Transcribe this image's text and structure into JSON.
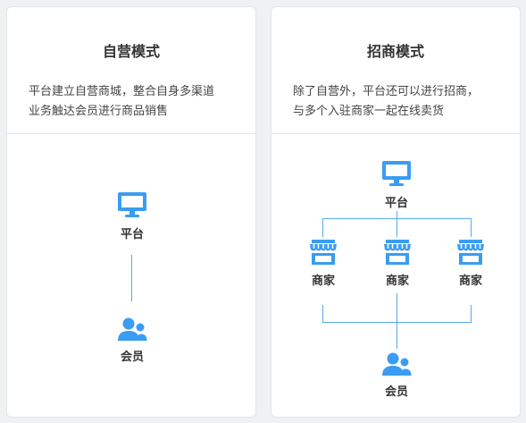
{
  "colors": {
    "accent": "#3a9cf2",
    "line": "#5aa8ef"
  },
  "self_operated": {
    "title": "自营模式",
    "description_lines": [
      "平台建立自营商城，整合自身多渠道",
      "业务触达会员进行商品销售"
    ],
    "nodes": {
      "platform": {
        "label": "平台",
        "icon": "monitor-icon"
      },
      "member": {
        "label": "会员",
        "icon": "users-icon"
      }
    }
  },
  "merchant_model": {
    "title": "招商模式",
    "description_lines": [
      "除了自营外，平台还可以进行招商，",
      "与多个入驻商家一起在线卖货"
    ],
    "nodes": {
      "platform": {
        "label": "平台",
        "icon": "monitor-icon"
      },
      "merchants": [
        {
          "label": "商家",
          "icon": "store-icon"
        },
        {
          "label": "商家",
          "icon": "store-icon"
        },
        {
          "label": "商家",
          "icon": "store-icon"
        }
      ],
      "member": {
        "label": "会员",
        "icon": "users-icon"
      }
    }
  }
}
